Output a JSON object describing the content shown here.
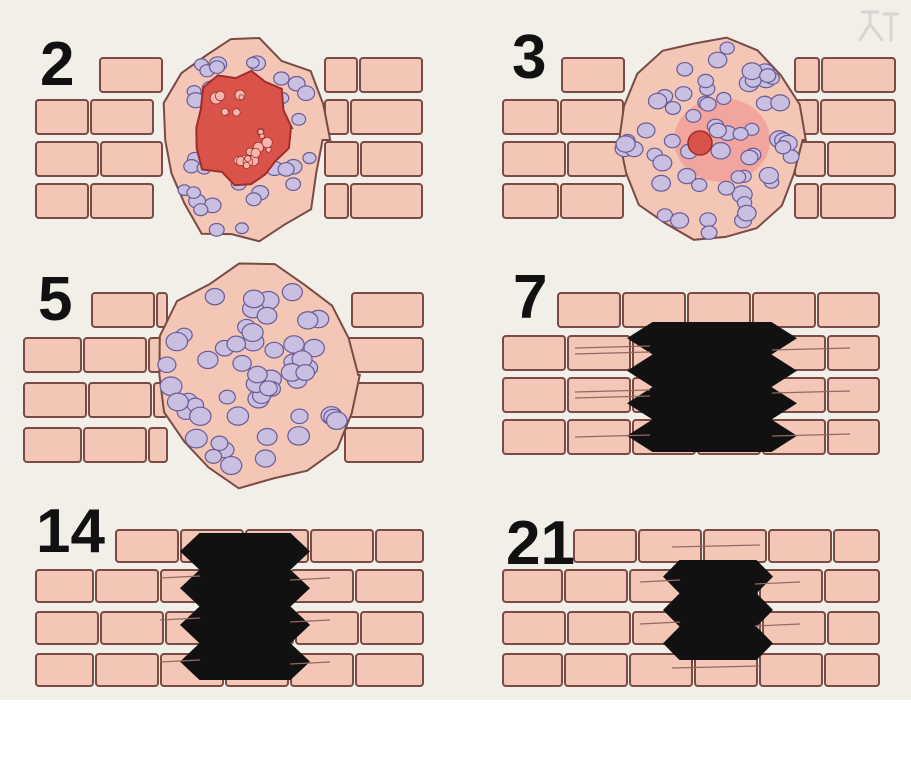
{
  "colors": {
    "background": "#f2efe9",
    "cell": "#f3c6b5",
    "cell_stroke": "#7a4b44",
    "immune_cell": "#c9bfe0",
    "clot": "#d9534a",
    "scar": "#111111",
    "inflammation": "#ef8a8a"
  },
  "stages": [
    {
      "label": "2",
      "kind": "clot"
    },
    {
      "label": "3",
      "kind": "inflammation"
    },
    {
      "label": "5",
      "kind": "granulation"
    },
    {
      "label": "7",
      "kind": "scar"
    },
    {
      "label": "14",
      "kind": "scar"
    },
    {
      "label": "21",
      "kind": "scar"
    }
  ],
  "icons": {
    "corner_mark": "watermark-glyph"
  }
}
